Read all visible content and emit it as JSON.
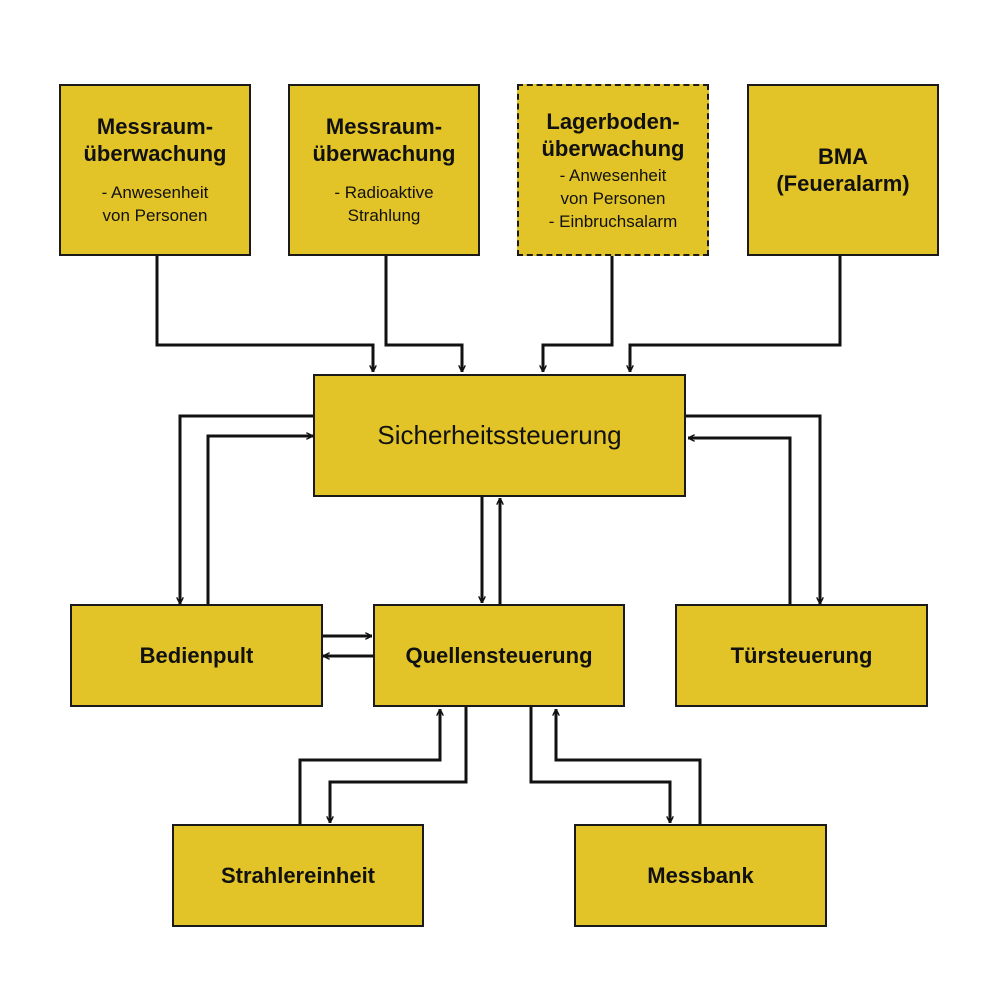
{
  "boxes": {
    "messraum_presence": {
      "title_lines": [
        "Messraum-",
        "überwachung"
      ],
      "sub_lines": [
        "- Anwesenheit",
        "von Personen"
      ]
    },
    "messraum_radiation": {
      "title_lines": [
        "Messraum-",
        "überwachung"
      ],
      "sub_lines": [
        "- Radioaktive",
        "Strahlung"
      ]
    },
    "lagerboden": {
      "title_lines": [
        "Lagerboden-",
        "überwachung"
      ],
      "sub_lines": [
        "- Anwesenheit",
        "von Personen",
        "- Einbruchsalarm"
      ]
    },
    "bma": {
      "title_lines": [
        "BMA",
        "(Feueralarm)"
      ]
    },
    "sicherheitssteuerung": "Sicherheitssteuerung",
    "bedienpult": "Bedienpult",
    "quellensteuerung": "Quellensteuerung",
    "tuersteuerung": "Türsteuerung",
    "strahlereinheit": "Strahlereinheit",
    "messbank": "Messbank"
  },
  "colors": {
    "box_fill": "#e2c428",
    "border": "#1a1a1a",
    "line": "#111111"
  }
}
